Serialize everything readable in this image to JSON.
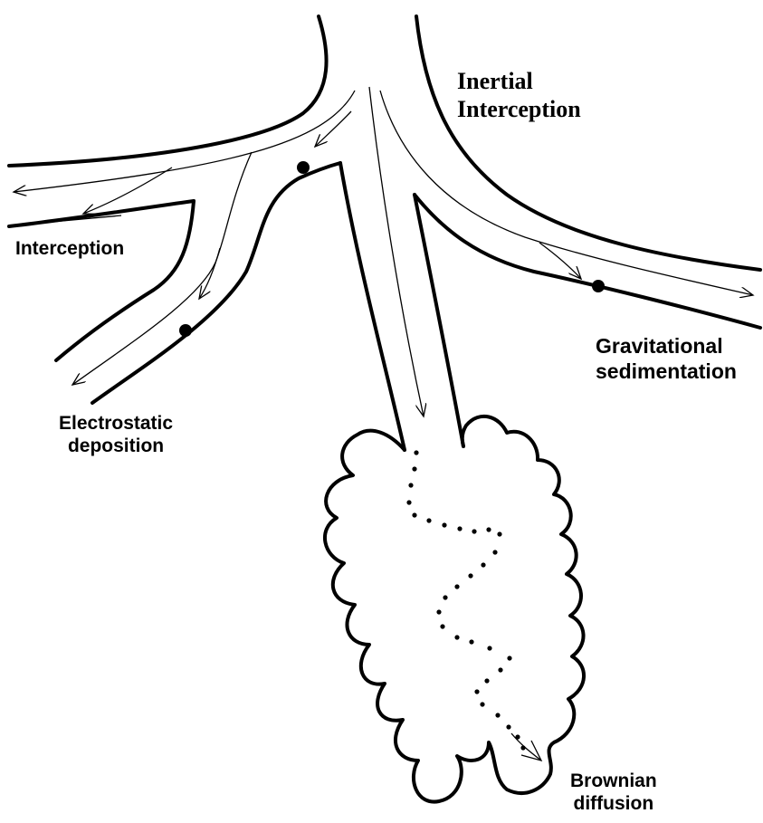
{
  "labels": {
    "inertial_interception": [
      "Inertial",
      "Interception"
    ],
    "interception": [
      "Interception"
    ],
    "gravitational_sedimentation": [
      "Gravitational",
      "sedimentation"
    ],
    "electrostatic_deposition": [
      "Electrostatic",
      "deposition"
    ],
    "brownian_diffusion": [
      "Brownian",
      "diffusion"
    ]
  },
  "colors": {
    "ink": "#000000",
    "background": "#ffffff"
  }
}
